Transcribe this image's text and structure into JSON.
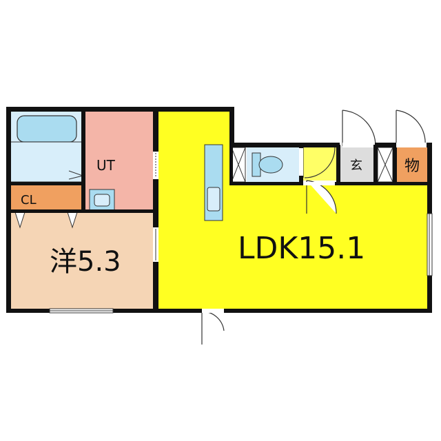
{
  "floorplan": {
    "rooms": {
      "western_room": {
        "label": "洋5.3",
        "color": "#f5d5b5"
      },
      "ldk": {
        "label": "LDK15.1",
        "color": "#ffff22"
      },
      "utility": {
        "label": "UT",
        "color": "#f4b5a8"
      },
      "closet": {
        "label": "CL",
        "color": "#f0a060"
      },
      "entrance": {
        "label": "玄",
        "color": "#dddddd"
      },
      "storage": {
        "label": "物",
        "color": "#f0a060"
      },
      "bath": {
        "color": "#d8eefa"
      },
      "toilet": {
        "color": "#d8eefa"
      },
      "hall": {
        "color": "#ffff66"
      }
    },
    "fixture_color": "#aadcf0",
    "wall_color": "#111111"
  }
}
